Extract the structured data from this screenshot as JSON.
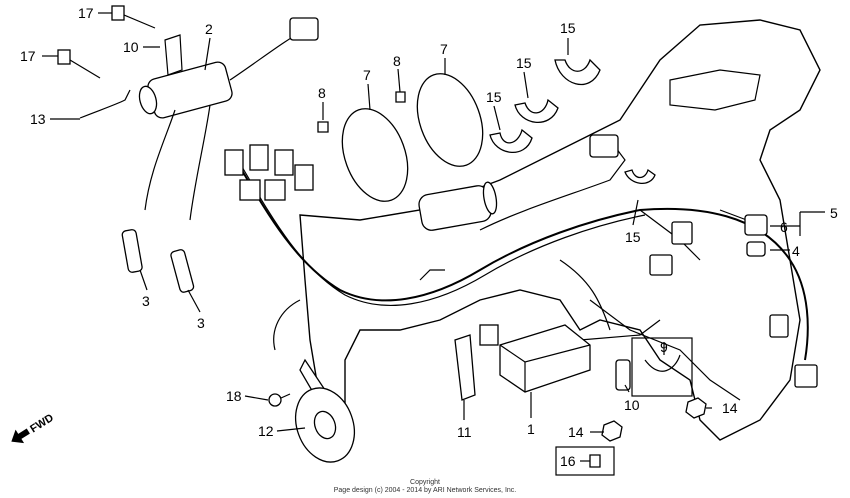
{
  "diagram": {
    "callouts": [
      "17",
      "17",
      "10",
      "2",
      "13",
      "7",
      "8",
      "7",
      "8",
      "15",
      "15",
      "15",
      "15",
      "5",
      "6",
      "4",
      "3",
      "3",
      "9",
      "10",
      "14",
      "18",
      "12",
      "11",
      "1",
      "14",
      "16"
    ],
    "fwd_label": "FWD",
    "copyright_line1": "Copyright",
    "copyright_line2": "Page design (c) 2004 - 2014 by ARI Network Services, Inc."
  }
}
